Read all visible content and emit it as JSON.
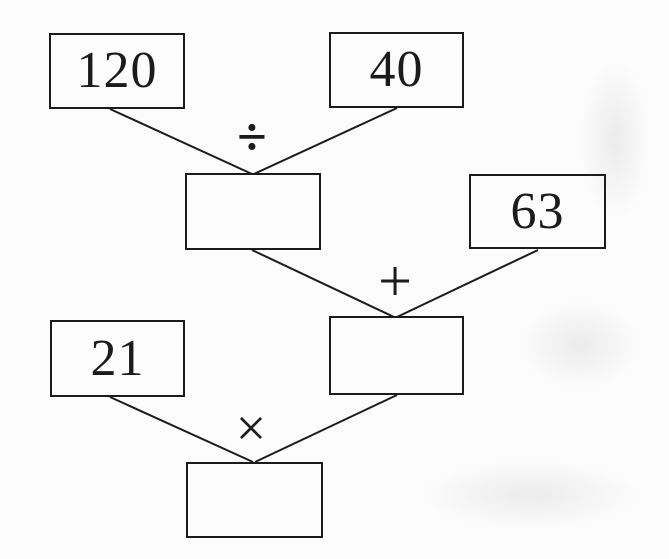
{
  "diagram": {
    "type": "computation-tree",
    "background": "#fcfcfc",
    "ink_color": "#1b1b1b",
    "nodes": [
      {
        "id": "box-120",
        "label": "120",
        "role": "operand"
      },
      {
        "id": "box-40",
        "label": "40",
        "role": "operand"
      },
      {
        "id": "box-quotient",
        "label": "",
        "role": "answer-blank"
      },
      {
        "id": "box-63",
        "label": "63",
        "role": "operand"
      },
      {
        "id": "box-sum",
        "label": "",
        "role": "answer-blank"
      },
      {
        "id": "box-21",
        "label": "21",
        "role": "operand"
      },
      {
        "id": "box-product",
        "label": "",
        "role": "answer-blank"
      }
    ],
    "operators": [
      {
        "id": "op-divide",
        "symbol": "÷",
        "applies_to": "120 ÷ 40"
      },
      {
        "id": "op-plus",
        "symbol": "+",
        "applies_to": "(120 ÷ 40) + 63"
      },
      {
        "id": "op-times",
        "symbol": "×",
        "applies_to": "21 × ((120 ÷ 40) + 63)"
      }
    ]
  }
}
